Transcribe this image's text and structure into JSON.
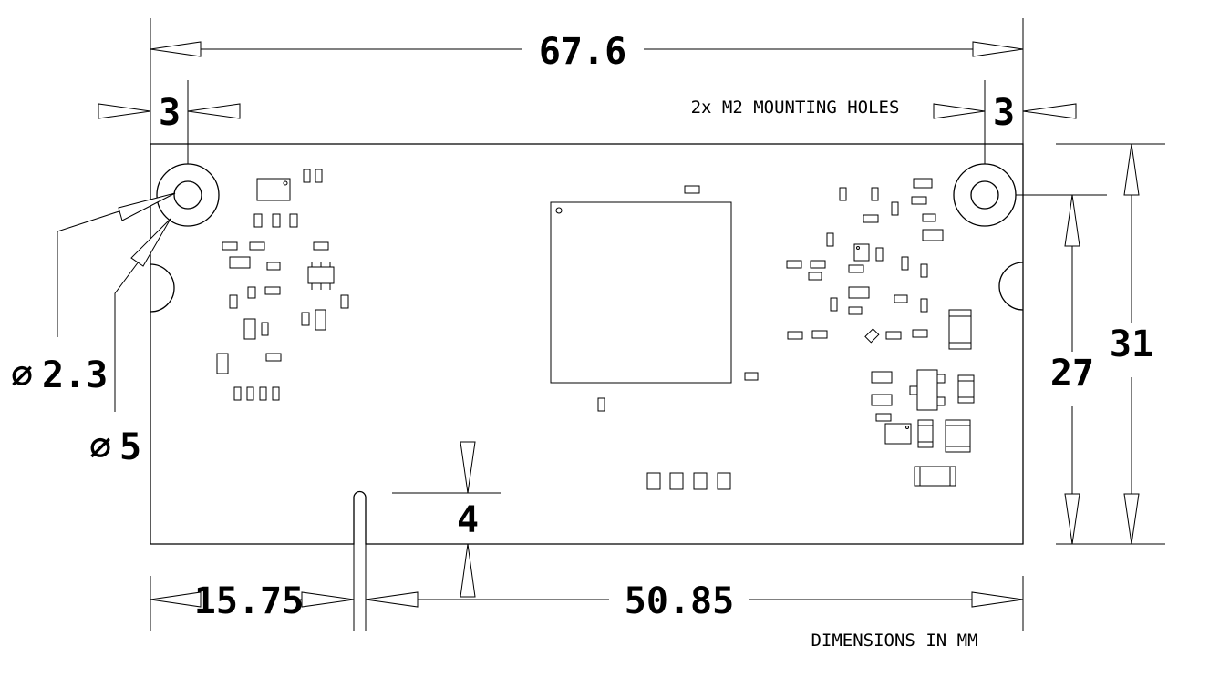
{
  "dimensions": {
    "overall_width": "67.6",
    "hole_offset_left": "3",
    "hole_offset_right": "3",
    "overall_height": "31",
    "hole_spacing_vertical": "27",
    "notch_position_left": "15.75",
    "notch_to_right_edge": "50.85",
    "notch_depth": "4",
    "hole_diameter_inner": "2.3",
    "hole_diameter_outer": "5"
  },
  "notes": {
    "mounting_holes": "2x M2 MOUNTING HOLES",
    "units": "DIMENSIONS IN MM"
  },
  "symbols": {
    "diameter": "∅"
  }
}
